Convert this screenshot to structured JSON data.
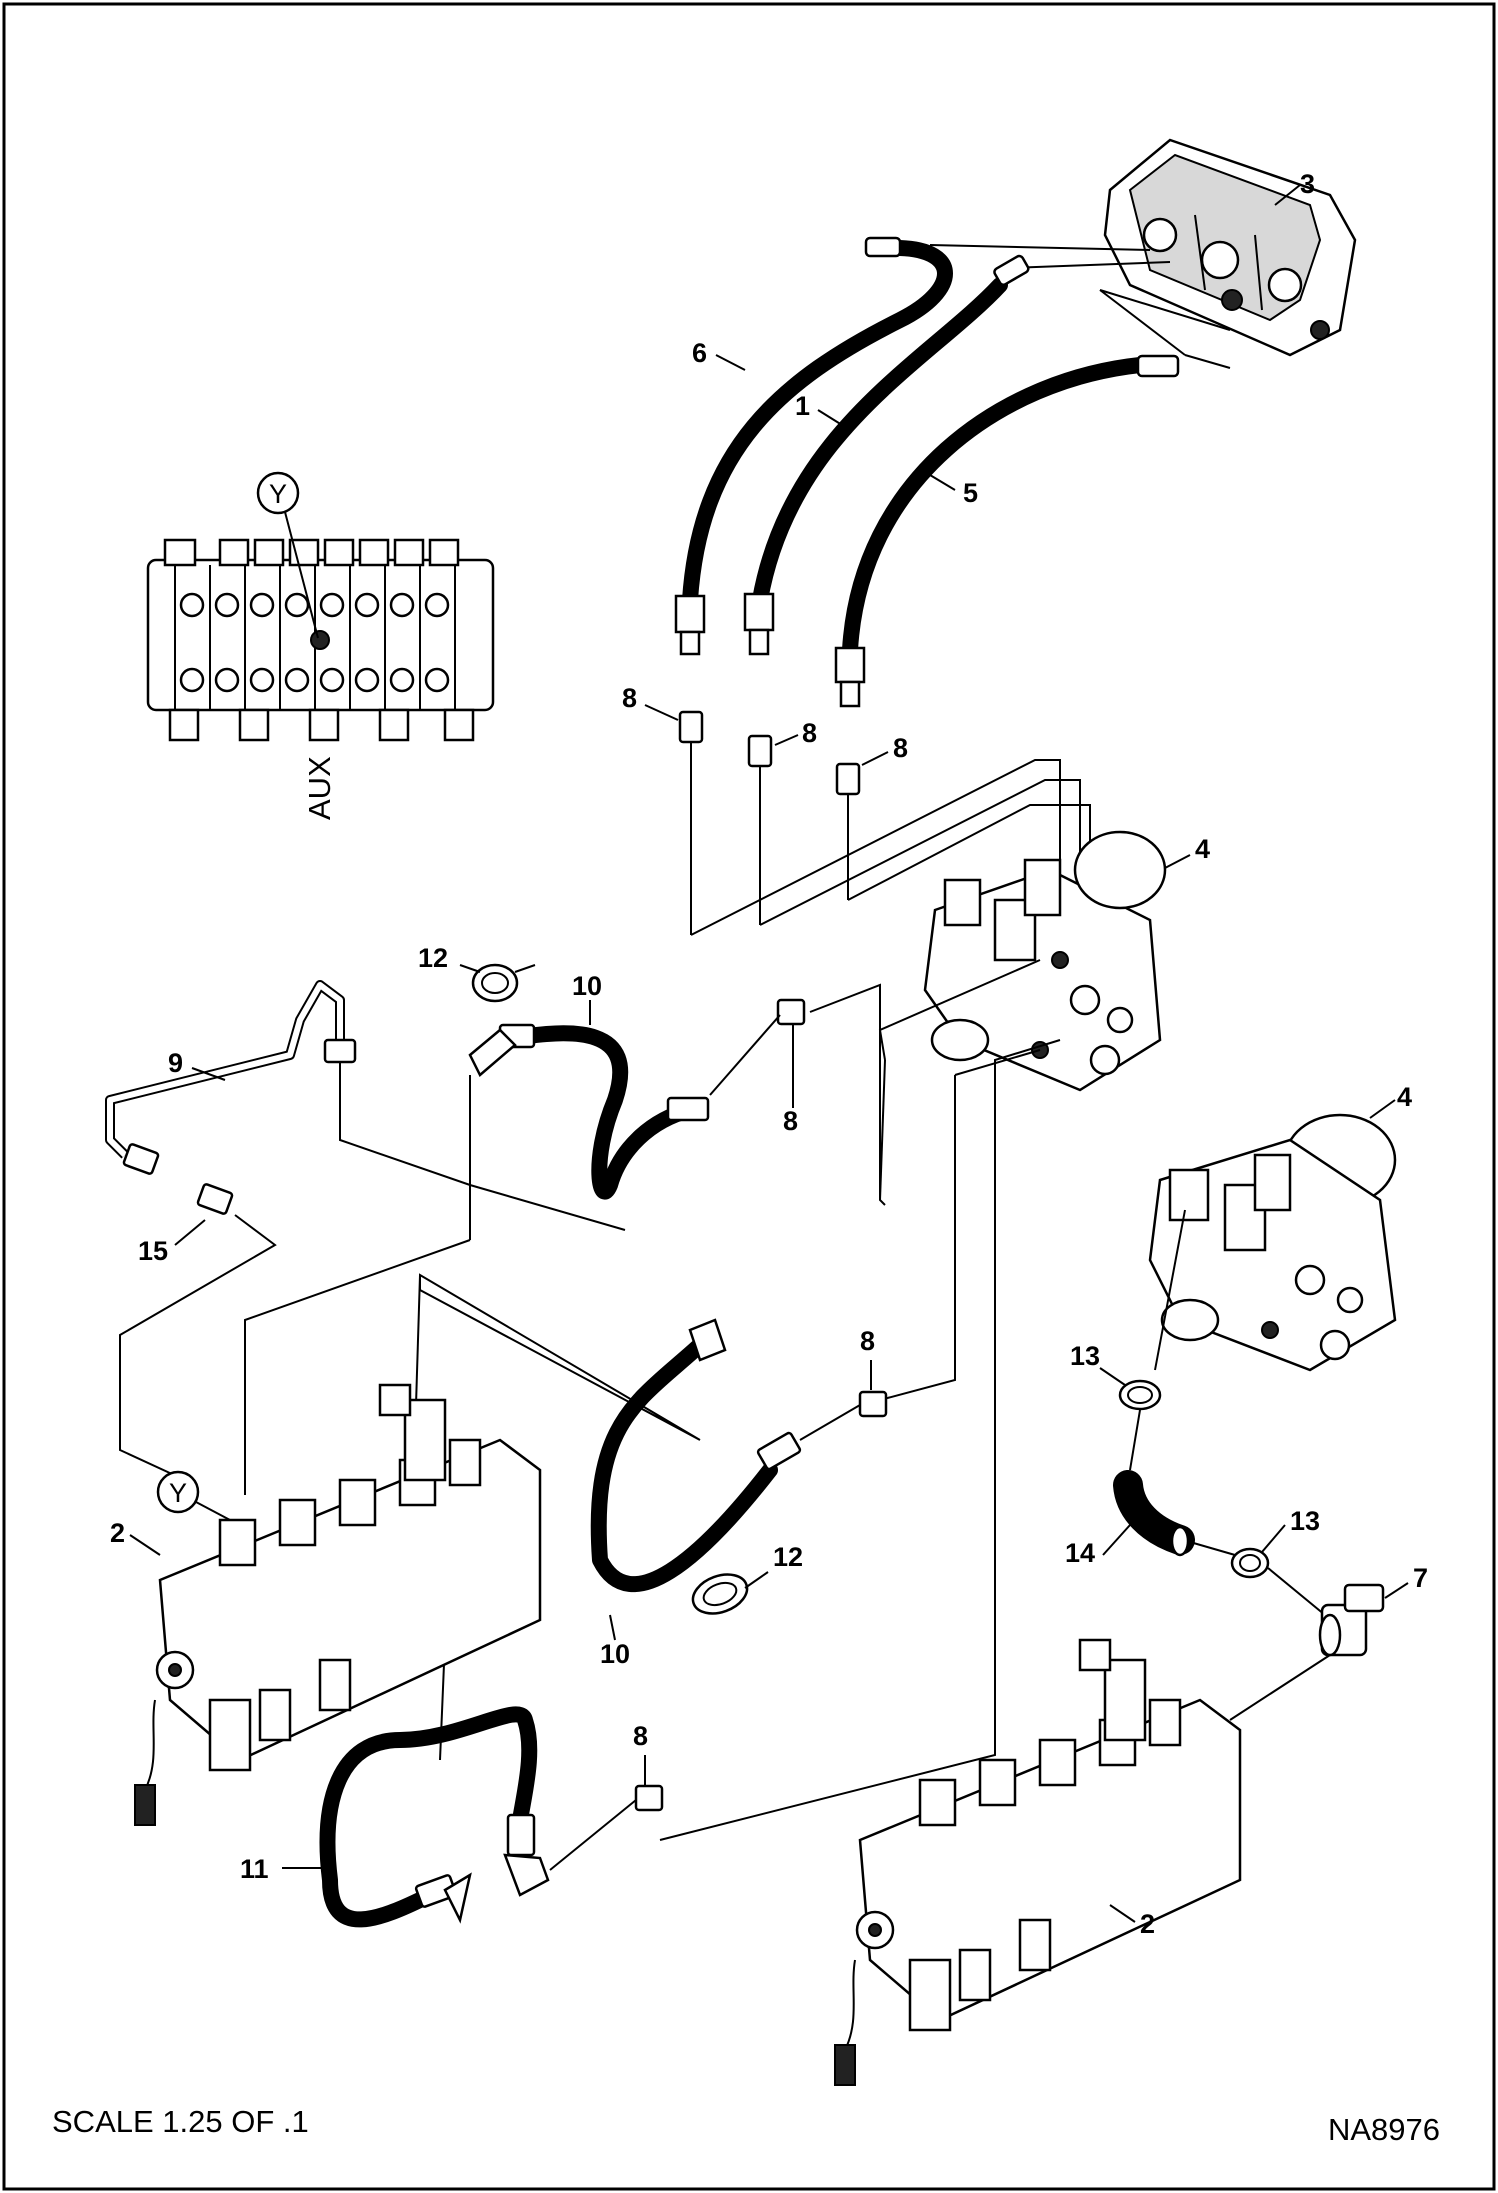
{
  "callouts": {
    "c1": "1",
    "c2a": "2",
    "c2b": "2",
    "c3": "3",
    "c4a": "4",
    "c4b": "4",
    "c5": "5",
    "c6": "6",
    "c7": "7",
    "c8a": "8",
    "c8b": "8",
    "c8c": "8",
    "c8d": "8",
    "c8e": "8",
    "c8f": "8",
    "c9": "9",
    "c10a": "10",
    "c10b": "10",
    "c11": "11",
    "c12a": "12",
    "c12b": "12",
    "c13a": "13",
    "c13b": "13",
    "c14": "14",
    "c15": "15"
  },
  "detail": {
    "ref_top": "Y",
    "ref_bottom": "Y",
    "aux_label": "AUX"
  },
  "footer": {
    "scale": "SCALE 1.25 OF .1",
    "drawing_id": "NA8976"
  }
}
